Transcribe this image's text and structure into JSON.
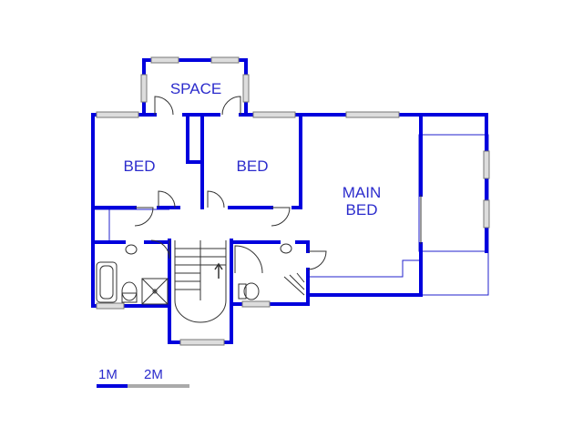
{
  "rooms": {
    "space": "SPACE",
    "bed_left": "BED",
    "bed_middle": "BED",
    "main_bed_line1": "MAIN",
    "main_bed_line2": "BED"
  },
  "scale": {
    "first": "1M",
    "second": "2M"
  },
  "colors": {
    "wall": "#0000dd",
    "thin_line": "#2222cc",
    "fixture": "#333333",
    "window": "#888888",
    "scale_dark": "#0000dd",
    "scale_light": "#aaaaaa"
  }
}
